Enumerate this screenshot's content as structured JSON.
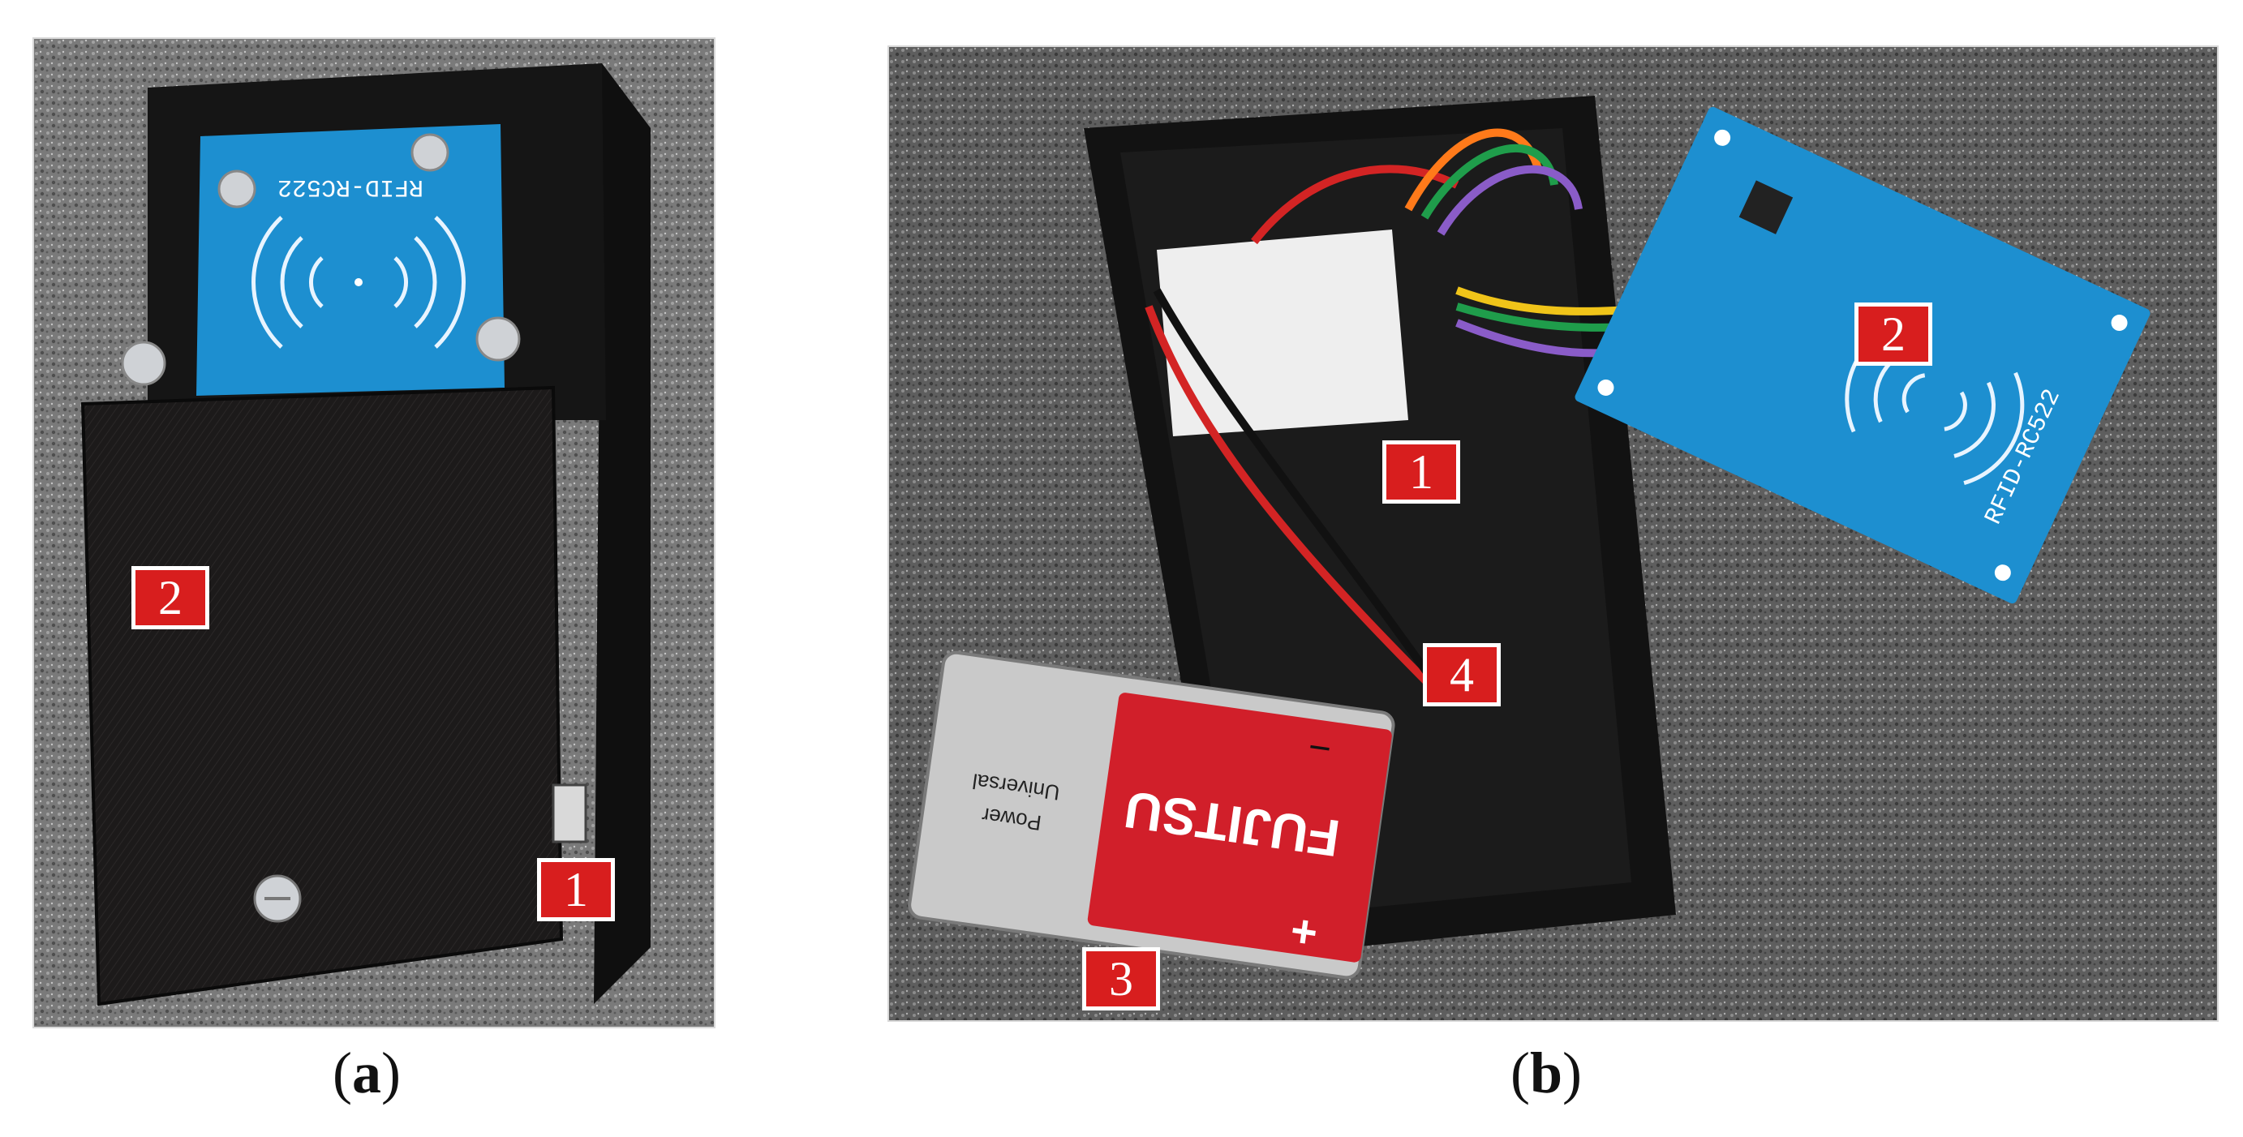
{
  "figure": {
    "panel_a": {
      "caption_open": "(",
      "caption_letter": "a",
      "caption_close": ")",
      "markers": [
        "1",
        "2"
      ],
      "module_label": "RFID-RC522"
    },
    "panel_b": {
      "caption_open": "(",
      "caption_letter": "b",
      "caption_close": ")",
      "markers": [
        "1",
        "2",
        "3",
        "4"
      ],
      "module_label": "RFID-RC522",
      "battery_brand": "FUJITSU",
      "battery_line1": "Universal",
      "battery_line2": "Power"
    }
  },
  "colors": {
    "marker_fill": "#d81e1e",
    "marker_border": "#ffffff",
    "background_carpet": "#6e6e6e",
    "enclosure": "#1a1a1a",
    "rfid_board": "#1d8fd0"
  }
}
